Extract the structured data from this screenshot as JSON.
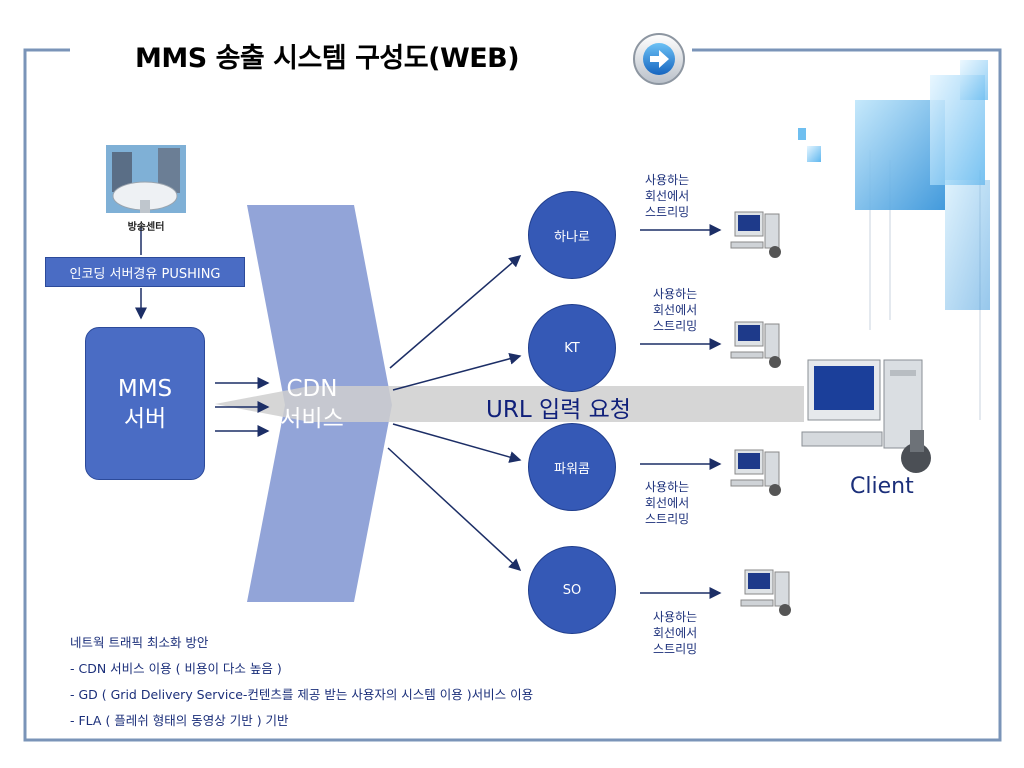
{
  "title": "MMS 송출 시스템 구성도(WEB)",
  "icons": {
    "nav": "arrow-right-circle-icon",
    "station": "satellite-dish-building-icon",
    "pc": "desktop-computer-icon"
  },
  "colors": {
    "box": "#4a6cc4",
    "isp": "#3559b6",
    "cdn": "#8c9fd6",
    "url_band": "#d7d7d7",
    "frame": "#7a94b8"
  },
  "station": {
    "label": "방송센터"
  },
  "encode": {
    "label": "인코딩 서버경유 PUSHING"
  },
  "mms": {
    "line1": "MMS",
    "line2": "서버"
  },
  "cdn": {
    "line1": "CDN",
    "line2": "서비스"
  },
  "url": {
    "label": "URL 입력 요청"
  },
  "isps": [
    {
      "label": "하나로",
      "note": [
        "사용하는",
        "회선에서",
        "스트리밍"
      ]
    },
    {
      "label": "KT",
      "note": [
        "사용하는",
        "회선에서",
        "스트리밍"
      ]
    },
    {
      "label": "파워콤",
      "note": [
        "사용하는",
        "회선에서",
        "스트리밍"
      ]
    },
    {
      "label": "SO",
      "note": [
        "사용하는",
        "회선에서",
        "스트리밍"
      ]
    }
  ],
  "client": {
    "label": "Client"
  },
  "bottom": [
    "네트웍 트래픽 최소화 방안",
    "- CDN 서비스 이용 ( 비용이 다소 높음 )",
    "- GD ( Grid Delivery Service-컨텐츠를 제공 받는 사용자의 시스템 이용 )서비스 이용",
    "- FLA ( 플레쉬 형태의 동영상 기반 ) 기반"
  ]
}
